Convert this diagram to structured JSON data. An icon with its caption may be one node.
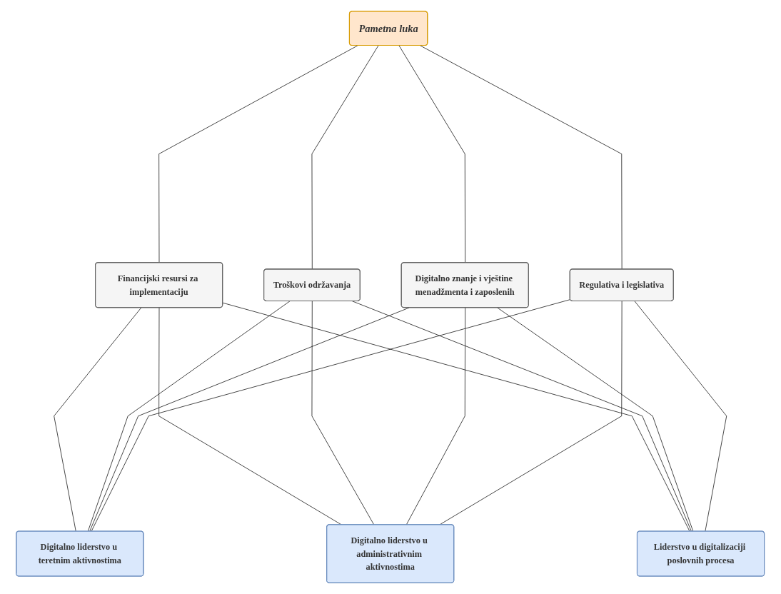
{
  "diagram": {
    "nodes": [
      {
        "text": [
          "Pametna luka"
        ]
      },
      {
        "text": [
          "Financijski resursi za implementaciju"
        ]
      },
      {
        "text": [
          "Troškovi održavanja"
        ]
      },
      {
        "text": [
          "Digitalno znanje i vještine menadžmenta i zaposlenih"
        ]
      },
      {
        "text": [
          "Regulativa i legislativa"
        ]
      },
      {
        "text": [
          "Digitalno liderstvo u teretnim aktivnostima"
        ]
      },
      {
        "text": [
          "Digitalno liderstvo u administrativnim aktivnostima"
        ]
      },
      {
        "text": [
          "Liderstvo u digitalizaciji poslovnih procesa"
        ]
      }
    ],
    "edges": [
      {
        "from": 0,
        "to": 1,
        "arrow": "none"
      },
      {
        "from": 0,
        "to": 2,
        "arrow": "none"
      },
      {
        "from": 0,
        "to": 3,
        "arrow": "none"
      },
      {
        "from": 0,
        "to": 4,
        "arrow": "none"
      },
      {
        "from": 1,
        "to": 5,
        "arrow": "none"
      },
      {
        "from": 1,
        "to": 6,
        "arrow": "none"
      },
      {
        "from": 1,
        "to": 7,
        "arrow": "none"
      },
      {
        "from": 2,
        "to": 5,
        "arrow": "none"
      },
      {
        "from": 2,
        "to": 6,
        "arrow": "none"
      },
      {
        "from": 2,
        "to": 7,
        "arrow": "none"
      },
      {
        "from": 3,
        "to": 5,
        "arrow": "none"
      },
      {
        "from": 3,
        "to": 6,
        "arrow": "none"
      },
      {
        "from": 3,
        "to": 7,
        "arrow": "none"
      },
      {
        "from": 4,
        "to": 5,
        "arrow": "none"
      },
      {
        "from": 4,
        "to": 6,
        "arrow": "none"
      },
      {
        "from": 4,
        "to": 7,
        "arrow": "none"
      }
    ]
  }
}
